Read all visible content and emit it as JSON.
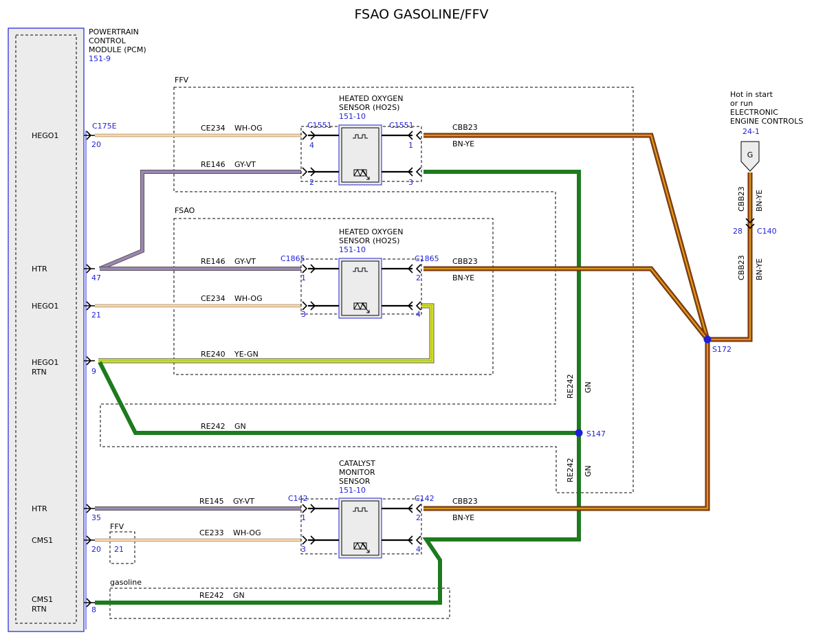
{
  "title": "FSAO GASOLINE/FFV",
  "colors": {
    "wh_og": "#f3b25a",
    "gy_vt": "#9c86b4",
    "bn_ye": "#a34a14",
    "gn": "#1e7a1e",
    "ye_gn": "#d6e21f",
    "connector_blue": "#1f1fd6"
  },
  "pcm": {
    "name_line1": "POWERTRAIN",
    "name_line2": "CONTROL",
    "name_line3": "MODULE (PCM)",
    "ref": "151-9",
    "pins": [
      {
        "label": "HEGO1",
        "label2": "",
        "pin": "20"
      },
      {
        "label": "HTR",
        "label2": "",
        "pin": "47"
      },
      {
        "label": "HEGO1",
        "label2": "",
        "pin": "21"
      },
      {
        "label": "HEGO1",
        "label2": "RTN",
        "pin": "9"
      },
      {
        "label": "HTR",
        "label2": "",
        "pin": "35"
      },
      {
        "label": "CMS1",
        "label2": "",
        "pin": "20"
      },
      {
        "label": "CMS1",
        "label2": "RTN",
        "pin": "8"
      }
    ],
    "connector": "C175E"
  },
  "zones": {
    "ffv": "FFV",
    "fsao": "FSAO",
    "ffv_small": "FFV",
    "ffv_small_pin": "21",
    "gasoline": "gasoline"
  },
  "sensors": [
    {
      "line1": "HEATED OXYGEN",
      "line2": "SENSOR (HO2S)",
      "line3": "",
      "ref": "151-10"
    },
    {
      "line1": "HEATED OXYGEN",
      "line2": "SENSOR (HO2S)",
      "line3": "",
      "ref": "151-10"
    },
    {
      "line1": "CATALYST",
      "line2": "MONITOR",
      "line3": "SENSOR",
      "ref": "151-10"
    }
  ],
  "connectors": {
    "c1551_left": "C1551",
    "c1551_right": "C1551",
    "c1865_left": "C1865",
    "c1865_right": "C1865",
    "c142_left": "C142",
    "c142_right": "C142"
  },
  "sensor_pins": {
    "s1_l_top": "4",
    "s1_l_bot": "2",
    "s1_r_top": "1",
    "s1_r_bot": "3",
    "s2_l_top": "1",
    "s2_l_bot": "3",
    "s2_r_top": "2",
    "s2_r_bot": "4",
    "s3_l_top": "1",
    "s3_l_bot": "3",
    "s3_r_top": "2",
    "s3_r_bot": "4"
  },
  "wires": {
    "w1_circuit": "CE234",
    "w1_color": "WH-OG",
    "w2_circuit": "RE146",
    "w2_color": "GY-VT",
    "w3_circuit": "RE146",
    "w3_color": "GY-VT",
    "w4_circuit": "CE234",
    "w4_color": "WH-OG",
    "w5_circuit": "RE240",
    "w5_color": "YE-GN",
    "w6_circuit": "RE242",
    "w6_color": "GN",
    "w7_circuit": "RE145",
    "w7_color": "GY-VT",
    "w8_circuit": "CE233",
    "w8_color": "WH-OG",
    "w9_circuit": "RE242",
    "w9_color": "GN",
    "r1_circuit": "CBB23",
    "r1_color": "BN-YE",
    "r2_circuit": "CBB23",
    "r2_color": "BN-YE",
    "r3_circuit": "CBB23",
    "r3_color": "BN-YE",
    "v1_circuit": "RE242",
    "v1_color": "GN",
    "v2_circuit": "RE242",
    "v2_color": "GN",
    "p1_circuit": "CBB23",
    "p1_color": "BN-YE",
    "p2_circuit": "CBB23",
    "p2_color": "BN-YE"
  },
  "splices": {
    "s147": "S147",
    "s172": "S172"
  },
  "power": {
    "line1": "Hot in start",
    "line2": "or run",
    "line3": "ELECTRONIC",
    "line4": "ENGINE CONTROLS",
    "ref": "24-1",
    "fuse": "G",
    "conn_pin": "28",
    "conn_name": "C140"
  }
}
